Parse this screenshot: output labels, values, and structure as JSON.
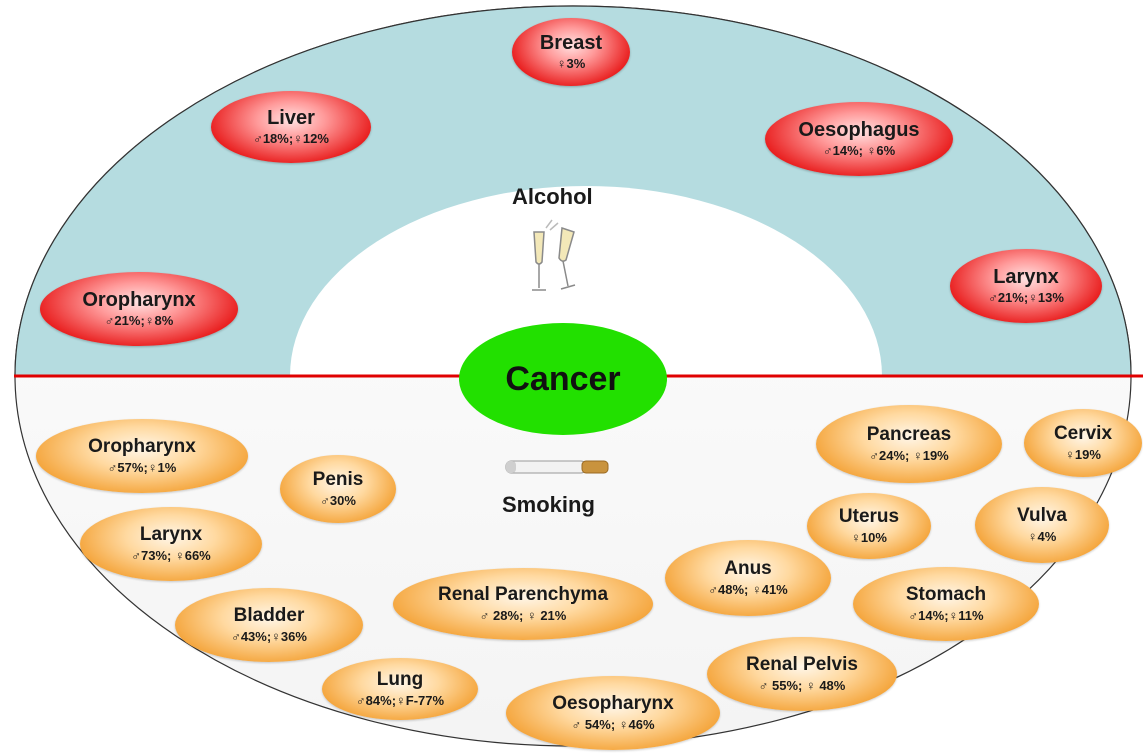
{
  "center": {
    "label": "Cancer"
  },
  "alcohol": {
    "label": "Alcohol",
    "sites": [
      {
        "name": "Breast",
        "stat": "♀3%"
      },
      {
        "name": "Liver",
        "stat": "♂18%;♀12%"
      },
      {
        "name": "Oesophagus",
        "stat": "♂14%; ♀6%"
      },
      {
        "name": "Oropharynx",
        "stat": "♂21%;♀8%"
      },
      {
        "name": "Larynx",
        "stat": "♂21%;♀13%"
      }
    ]
  },
  "smoking": {
    "label": "Smoking",
    "sites": [
      {
        "name": "Oropharynx",
        "stat": "♂57%;♀1%"
      },
      {
        "name": "Penis",
        "stat": "♂30%"
      },
      {
        "name": "Larynx",
        "stat": "♂73%; ♀66%"
      },
      {
        "name": "Bladder",
        "stat": "♂43%;♀36%"
      },
      {
        "name": "Lung",
        "stat": "♂84%;♀F-77%"
      },
      {
        "name": "Renal Parenchyma",
        "stat": "♂ 28%; ♀ 21%"
      },
      {
        "name": "Oesopharynx",
        "stat": "♂ 54%; ♀46%"
      },
      {
        "name": "Anus",
        "stat": "♂48%; ♀41%"
      },
      {
        "name": "Renal Pelvis",
        "stat": "♂ 55%; ♀ 48%"
      },
      {
        "name": "Pancreas",
        "stat": "♂24%; ♀19%"
      },
      {
        "name": "Cervix",
        "stat": "♀19%"
      },
      {
        "name": "Uterus",
        "stat": "♀10%"
      },
      {
        "name": "Vulva",
        "stat": "♀4%"
      },
      {
        "name": "Stomach",
        "stat": "♂14%;♀11%"
      }
    ]
  },
  "colors": {
    "alcohol_band": "#b5dce0",
    "divider": "#e00000",
    "center": "#22e000",
    "alcohol_node": "#e81a1a",
    "smoking_node": "#f4a43a"
  }
}
